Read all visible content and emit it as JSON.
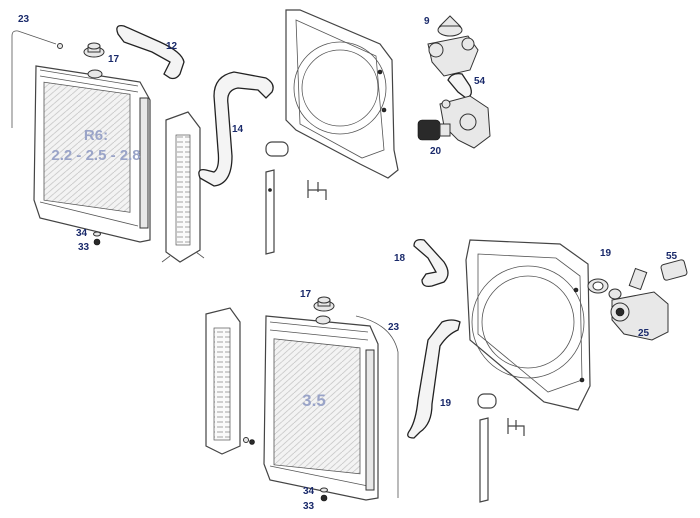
{
  "engine_labels": {
    "upper_line1": "R6:",
    "upper_line2": "2.2 - 2.5 - 2.8",
    "lower": "3.5"
  },
  "part_numbers": {
    "n23a": "23",
    "n17a": "17",
    "n12": "12",
    "n14": "14",
    "n34a": "34",
    "n33a": "33",
    "n9": "9",
    "n54": "54",
    "n20": "20",
    "n18": "18",
    "n19a": "19",
    "n55": "55",
    "n25": "25",
    "n17b": "17",
    "n23b": "23",
    "n19b": "19",
    "n34b": "34",
    "n33b": "33"
  }
}
